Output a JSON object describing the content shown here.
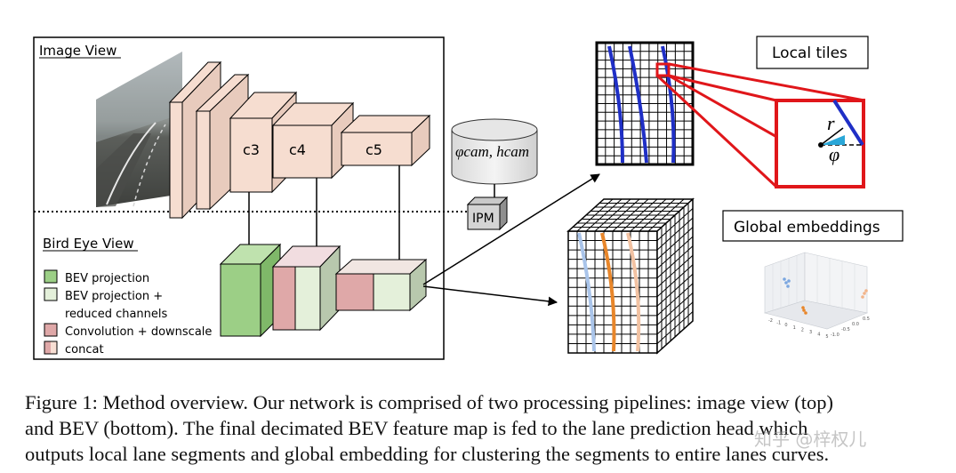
{
  "diagram": {
    "image_view_label": "Image View",
    "bird_eye_view_label": "Bird Eye View",
    "backbone_labels": [
      "c3",
      "c4",
      "c5"
    ],
    "camera_params": "φcam, hcam",
    "ipm_label": "IPM",
    "local_tiles_label": "Local tiles",
    "global_embeddings_label": "Global embeddings",
    "tile_symbols": {
      "r": "r",
      "phi": "φ"
    },
    "legend": [
      {
        "label": "BEV projection",
        "color": "#9ccf86"
      },
      {
        "label": "BEV projection +",
        "label2": "reduced channels",
        "color": "#e4f0da"
      },
      {
        "label": "Convolution + downscale",
        "color": "#dfa8a8"
      },
      {
        "label": "concat",
        "color": "linear-gradient(90deg,#dfa8a8 50%,#f8dfd4 50%)"
      }
    ],
    "colors": {
      "backbone": "#f6ddd0",
      "bev_projection": "#9ccf86",
      "bev_reduced": "#e4f0da",
      "conv_downscale": "#dfa8a8",
      "lane_blue": "#1f2fc6",
      "tile_red": "#e0161a",
      "orange": "#e8862a",
      "light_blue": "#a9c4ea"
    },
    "plot3d_ticks_x": [
      "-2",
      "-1",
      "0",
      "1",
      "2",
      "3",
      "4",
      "5"
    ],
    "plot3d_ticks_y": [
      "-1.0",
      "-0.5",
      "0.0",
      "0.5"
    ]
  },
  "caption": {
    "line1": "Figure 1: Method overview. Our network is comprised of two processing pipelines: image view (top)",
    "line2": "and BEV (bottom). The final decimated BEV feature map is fed to the lane prediction head which",
    "line3": "outputs local lane segments and global embedding for clustering the segments to entire lanes curves."
  },
  "watermark": "知乎 @梓权儿"
}
